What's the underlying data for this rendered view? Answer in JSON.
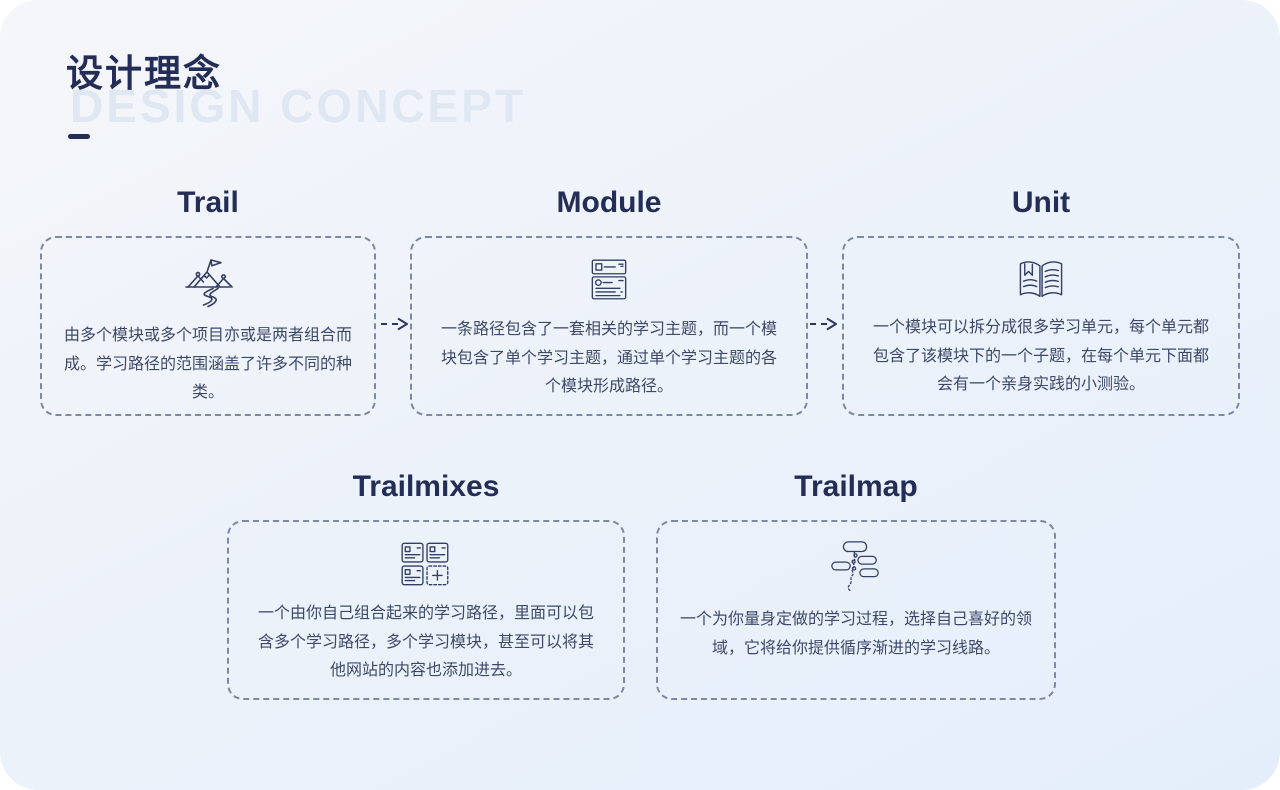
{
  "header": {
    "title": "设计理念",
    "subtitle_watermark": "DESIGN CONCEPT"
  },
  "colors": {
    "canvas_bg_top": "#f5f6f9",
    "canvas_bg_bottom": "#e4eefb",
    "heading_navy": "#232d55",
    "body_text": "#3e4968",
    "watermark": "#dfe7f3",
    "dashed_border": "#7e89a1",
    "icon_stroke": "#333e63"
  },
  "cards": [
    {
      "id": "trail",
      "title": "Trail",
      "icon": "mountain-flag-trail-icon",
      "description": "由多个模块或多个项目亦或是两者组合而成。学习路径的范围涵盖了许多不同的种类。"
    },
    {
      "id": "module",
      "title": "Module",
      "icon": "stacked-list-cards-icon",
      "description": "一条路径包含了一套相关的学习主题，而一个模块包含了单个学习主题，通过单个学习主题的各个模块形成路径。"
    },
    {
      "id": "unit",
      "title": "Unit",
      "icon": "open-book-bookmark-icon",
      "description": "一个模块可以拆分成很多学习单元，每个单元都包含了该模块下的一个子题，在每个单元下面都会有一个亲身实践的小测验。"
    },
    {
      "id": "trailmixes",
      "title": "Trailmixes",
      "icon": "card-grid-plus-icon",
      "description": "一个由你自己组合起来的学习路径，里面可以包含多个学习路径，多个学习模块，甚至可以将其他网站的内容也添加进去。"
    },
    {
      "id": "trailmap",
      "title": "Trailmap",
      "icon": "winding-flow-map-icon",
      "description": "一个为你量身定做的学习过程，选择自己喜好的领域，它将给你提供循序渐进的学习线路。"
    }
  ],
  "arrows": [
    {
      "id": "trail-to-module",
      "icon": "dashed-right-arrow-icon"
    },
    {
      "id": "module-to-unit",
      "icon": "dashed-right-arrow-icon"
    }
  ]
}
